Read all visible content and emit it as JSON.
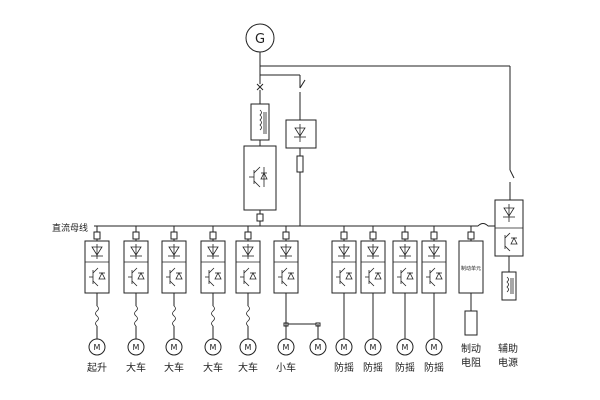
{
  "generator": {
    "symbol": "G"
  },
  "bus_label": "直流母线",
  "motor_symbol": "M",
  "drives": [
    {
      "label": "起升"
    },
    {
      "label": "大车"
    },
    {
      "label": "大车"
    },
    {
      "label": "大车"
    },
    {
      "label": "大车"
    },
    {
      "label": "小车"
    },
    {
      "label": "防摇"
    },
    {
      "label": "防摇"
    },
    {
      "label": "防摇"
    },
    {
      "label": "防摇"
    }
  ],
  "brake_unit": {
    "box_text": "制动单元",
    "label_line1": "制动",
    "label_line2": "电阻"
  },
  "aux_power": {
    "label_line1": "辅助",
    "label_line2": "电源"
  }
}
